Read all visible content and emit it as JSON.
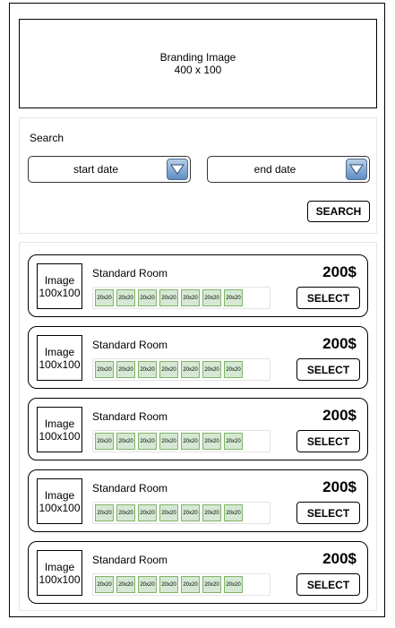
{
  "branding": {
    "line1": "Branding Image",
    "line2": "400 x 100"
  },
  "search": {
    "title": "Search",
    "start_date": "start date",
    "end_date": "end date",
    "button": "SEARCH"
  },
  "rooms": [
    {
      "thumb_line1": "Image",
      "thumb_line2": "100x100",
      "name": "Standard Room",
      "price": "200$",
      "select": "SELECT",
      "amenities": [
        "20x20",
        "20x20",
        "20x20",
        "20x20",
        "20x20",
        "20x20",
        "20x20"
      ]
    },
    {
      "thumb_line1": "Image",
      "thumb_line2": "100x100",
      "name": "Standard Room",
      "price": "200$",
      "select": "SELECT",
      "amenities": [
        "20x20",
        "20x20",
        "20x20",
        "20x20",
        "20x20",
        "20x20",
        "20x20"
      ]
    },
    {
      "thumb_line1": "Image",
      "thumb_line2": "100x100",
      "name": "Standard Room",
      "price": "200$",
      "select": "SELECT",
      "amenities": [
        "20x20",
        "20x20",
        "20x20",
        "20x20",
        "20x20",
        "20x20",
        "20x20"
      ]
    },
    {
      "thumb_line1": "Image",
      "thumb_line2": "100x100",
      "name": "Standard Room",
      "price": "200$",
      "select": "SELECT",
      "amenities": [
        "20x20",
        "20x20",
        "20x20",
        "20x20",
        "20x20",
        "20x20",
        "20x20"
      ]
    },
    {
      "thumb_line1": "Image",
      "thumb_line2": "100x100",
      "name": "Standard Room",
      "price": "200$",
      "select": "SELECT",
      "amenities": [
        "20x20",
        "20x20",
        "20x20",
        "20x20",
        "20x20",
        "20x20",
        "20x20"
      ]
    }
  ],
  "colors": {
    "amenity_fill": "#d5e8d4",
    "amenity_border": "#82b366",
    "dropdown_button": "#5f8dc3"
  },
  "icons": {
    "dropdown": "chevron-down-icon",
    "amenity": "amenity-placeholder-icon"
  }
}
